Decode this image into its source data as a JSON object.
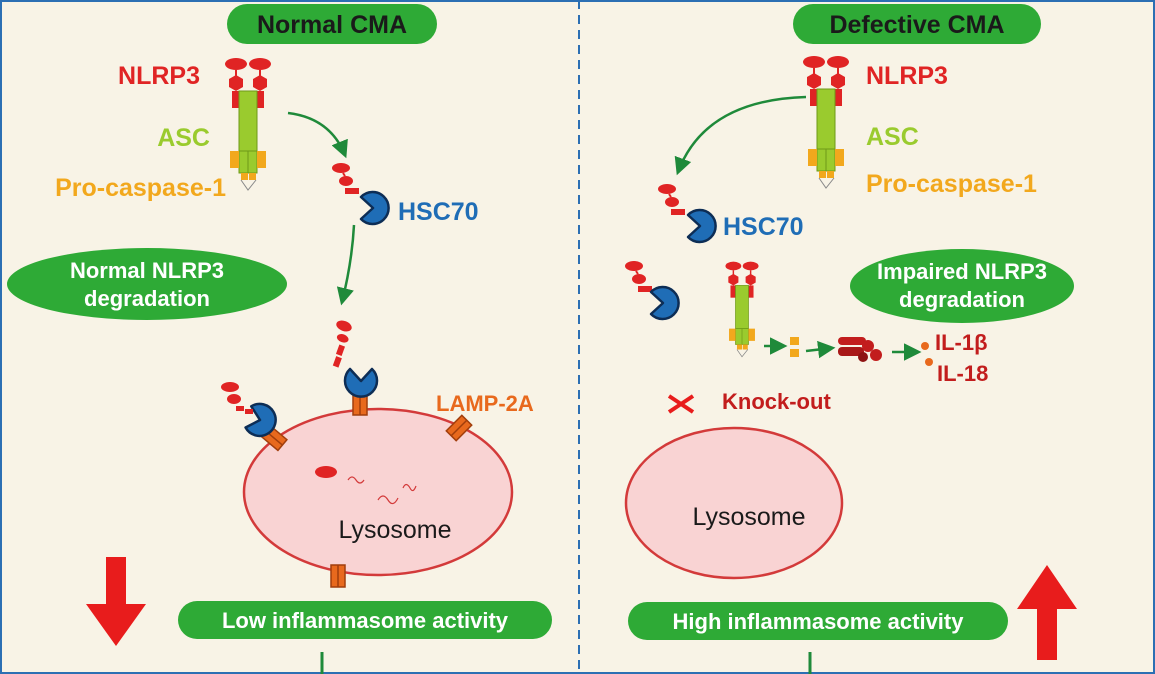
{
  "colors": {
    "background": "#f8f3e6",
    "pill_green": "#2eaa36",
    "nlrp3_red": "#e02424",
    "asc_green": "#9acb2e",
    "caspase_orange": "#f2a81d",
    "hsc70_blue": "#1f6db6",
    "lamp_orange": "#e8691d",
    "lysosome_fill": "#f9d3d3",
    "lysosome_stroke": "#d33a3a",
    "arrow_green": "#1f8a3a",
    "big_arrow_red": "#e81c1c",
    "il_red": "#c21d1d",
    "divider_blue": "#2c6fb3"
  },
  "left": {
    "title": "Normal CMA",
    "labels": {
      "nlrp3": "NLRP3",
      "asc": "ASC",
      "procaspase": "Pro-caspase-1",
      "hsc70": "HSC70",
      "lamp2a": "LAMP-2A",
      "lysosome": "Lysosome"
    },
    "degradation": [
      "Normal NLRP3",
      "degradation"
    ],
    "activity": "Low inflammasome activity",
    "trend": "down"
  },
  "right": {
    "title": "Defective CMA",
    "labels": {
      "nlrp3": "NLRP3",
      "asc": "ASC",
      "procaspase": "Pro-caspase-1",
      "hsc70": "HSC70",
      "knockout": "Knock-out",
      "lysosome": "Lysosome",
      "il1b": "IL-1β",
      "il18": "IL-18"
    },
    "degradation": [
      "Impaired NLRP3",
      "degradation"
    ],
    "activity": "High inflammasome activity",
    "trend": "up"
  }
}
